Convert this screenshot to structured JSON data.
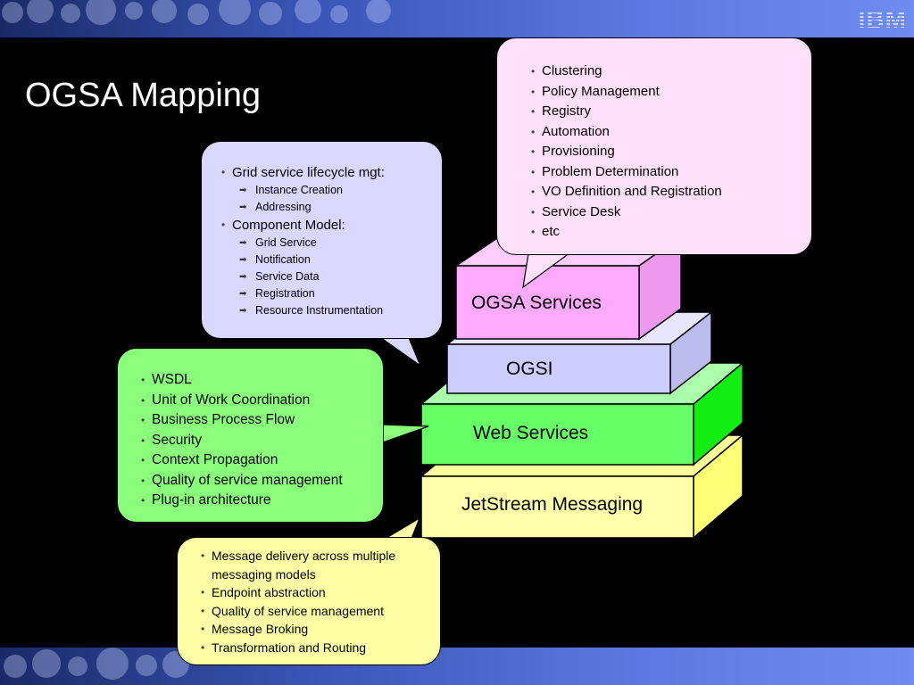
{
  "slide": {
    "title": "OGSA Mapping",
    "logo": "IBM"
  },
  "layers": [
    {
      "label": "OGSA Services",
      "color": "#ffaaff"
    },
    {
      "label": "OGSI",
      "color": "#ccccff"
    },
    {
      "label": "Web Services",
      "color": "#66ff66"
    },
    {
      "label": "JetStream Messaging",
      "color": "#ffff99"
    }
  ],
  "bubbles": {
    "ogsa_services": {
      "items": [
        "Clustering",
        "Policy Management",
        "Registry",
        "Automation",
        "Provisioning",
        "Problem Determination",
        "VO Definition and Registration",
        "Service Desk",
        "etc"
      ]
    },
    "ogsi": {
      "groups": [
        {
          "label": "Grid service lifecycle mgt:",
          "subitems": [
            "Instance Creation",
            "Addressing"
          ]
        },
        {
          "label": "Component Model:",
          "subitems": [
            "Grid Service",
            "Notification",
            "Service Data",
            "Registration",
            "Resource Instrumentation"
          ]
        }
      ]
    },
    "web_services": {
      "items": [
        "WSDL",
        "Unit of Work Coordination",
        "Business Process Flow",
        "Security",
        "Context Propagation",
        "Quality of service management",
        "Plug-in architecture"
      ]
    },
    "messaging": {
      "items": [
        "Message delivery across multiple messaging models",
        "Endpoint abstraction",
        "Quality of service management",
        "Message Broking",
        "Transformation and Routing"
      ]
    }
  },
  "colors": {
    "background": "#000000",
    "banner": "#4a66cc",
    "ogsa_bubble": "#ffe0fb",
    "ogsi_bubble": "#d8d8ff",
    "ws_bubble": "#8aff7c",
    "msg_bubble": "#ffffa6"
  }
}
